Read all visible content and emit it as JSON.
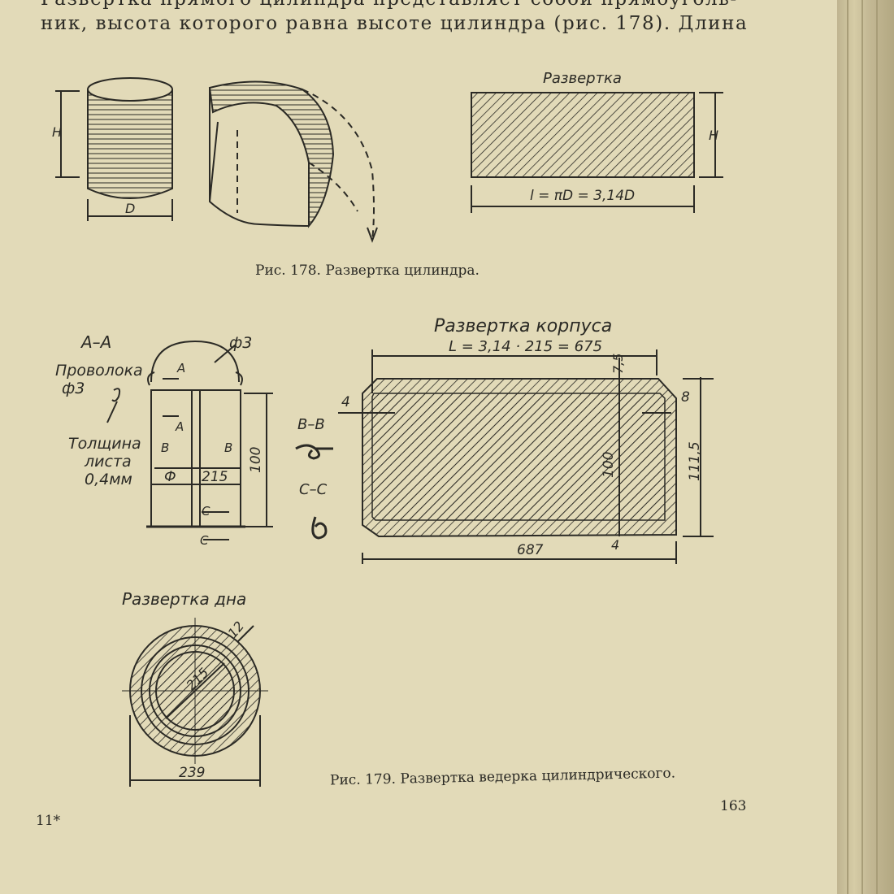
{
  "text": {
    "line1": "Развертка прямого цилиндра представляет собой прямоуголь-",
    "line2": "ник, высота которого равна высоте цилиндра (рис. 178). Длина"
  },
  "fig178": {
    "caption": "Рис. 178. Развертка цилиндра.",
    "label_unfold": "Развертка",
    "label_H": "H",
    "label_D": "D",
    "label_H2": "H",
    "formula": "l = πD = 3,14D"
  },
  "fig179": {
    "caption": "Рис. 179. Развертка ведерка цилиндрического.",
    "section_aa": "А–А",
    "wire_label_1": "Проволока",
    "wire_label_2": "ф3",
    "phi3": "ф3",
    "thickness_1": "Толщина",
    "thickness_2": "листа",
    "thickness_3": "0,4мм",
    "phi": "Ф",
    "d215": "215",
    "h100": "100",
    "mark_a": "А",
    "mark_b": "В",
    "mark_c": "С",
    "section_bb": "В–В",
    "section_cc": "С–С",
    "body_title": "Развертка корпуса",
    "body_formula": "L = 3,14 · 215 = 675",
    "dim_75": "7,5",
    "dim_4_left": "4",
    "dim_8": "8",
    "dim_100": "100",
    "dim_1115": "111,5",
    "dim_4_bottom": "4",
    "dim_687": "687",
    "bottom_title": "Развертка дна",
    "dim_12": "12",
    "dim_215": "215",
    "dim_239": "239"
  },
  "footer": {
    "signature": "11*",
    "page_number": "163"
  }
}
